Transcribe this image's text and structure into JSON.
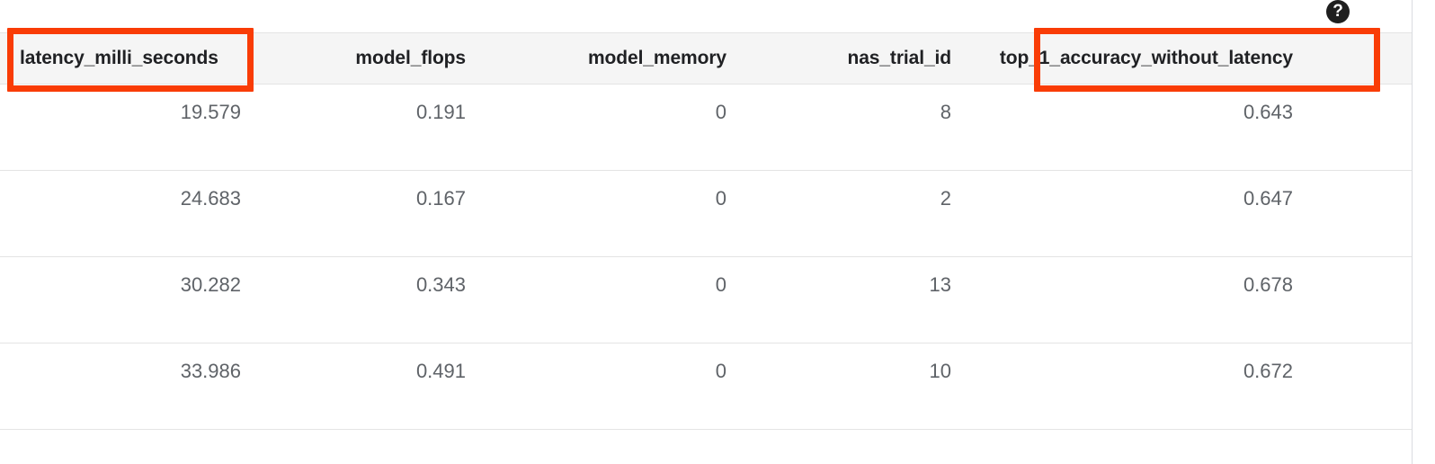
{
  "help": {
    "icon": "help-circle-icon",
    "glyph": "?",
    "label": "Help"
  },
  "annotations": {
    "color": "#f93c06",
    "boxes": [
      {
        "name": "latency_milli_seconds",
        "target": "column-header-latency-milli-seconds"
      },
      {
        "name": "top_1_accuracy_without_latency",
        "target": "column-header-top-1-accuracy-without-latency"
      }
    ]
  },
  "table": {
    "columns": [
      {
        "key": "latency_milli_seconds",
        "label": "latency_milli_seconds",
        "align": "left"
      },
      {
        "key": "model_flops",
        "label": "model_flops",
        "align": "right"
      },
      {
        "key": "model_memory",
        "label": "model_memory",
        "align": "right"
      },
      {
        "key": "nas_trial_id",
        "label": "nas_trial_id",
        "align": "right"
      },
      {
        "key": "top_1_accuracy_without_latency",
        "label": "top_1_accuracy_without_latency",
        "align": "right"
      }
    ],
    "rows": [
      {
        "latency_milli_seconds": "19.579",
        "model_flops": "0.191",
        "model_memory": "0",
        "nas_trial_id": "8",
        "top_1_accuracy_without_latency": "0.643"
      },
      {
        "latency_milli_seconds": "24.683",
        "model_flops": "0.167",
        "model_memory": "0",
        "nas_trial_id": "2",
        "top_1_accuracy_without_latency": "0.647"
      },
      {
        "latency_milli_seconds": "30.282",
        "model_flops": "0.343",
        "model_memory": "0",
        "nas_trial_id": "13",
        "top_1_accuracy_without_latency": "0.678"
      },
      {
        "latency_milli_seconds": "33.986",
        "model_flops": "0.491",
        "model_memory": "0",
        "nas_trial_id": "10",
        "top_1_accuracy_without_latency": "0.672"
      }
    ]
  },
  "colors": {
    "header_background": "#f5f5f5",
    "row_border": "#e4e4e4",
    "header_text": "#202124",
    "cell_text": "#5f6368",
    "annotation": "#f93c06",
    "page_background": "#ffffff"
  }
}
